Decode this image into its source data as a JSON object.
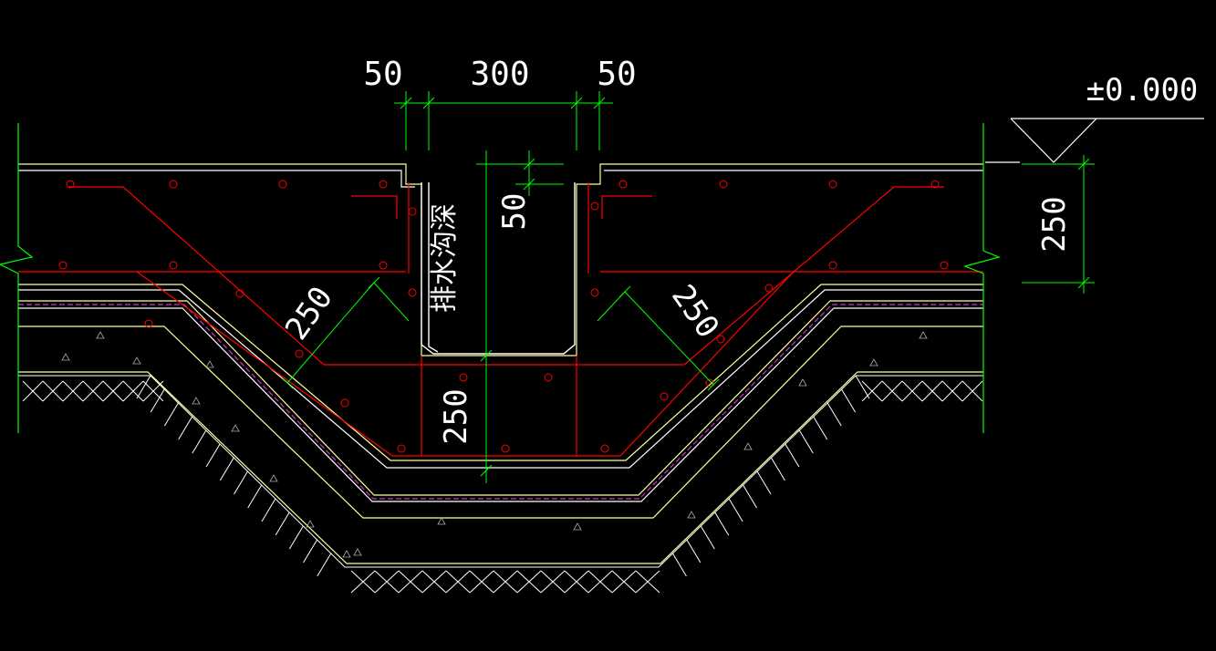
{
  "colors": {
    "background": "#000000",
    "concrete": "#ffffff",
    "rebar": "#ff0000",
    "dimension": "#00ff00",
    "layer_yellow": "#ffff99",
    "membrane": "#cc33cc",
    "soil": "#ffffff"
  },
  "dimensions": {
    "wall_left": "50",
    "trench_width": "300",
    "wall_right": "50",
    "trench_wall": "50",
    "slab_thickness": "250",
    "haunch_left": "250",
    "haunch_right": "250",
    "pit_depth": "250"
  },
  "labels": {
    "elevation": "±0.000",
    "trench_name": "排水沟深"
  }
}
